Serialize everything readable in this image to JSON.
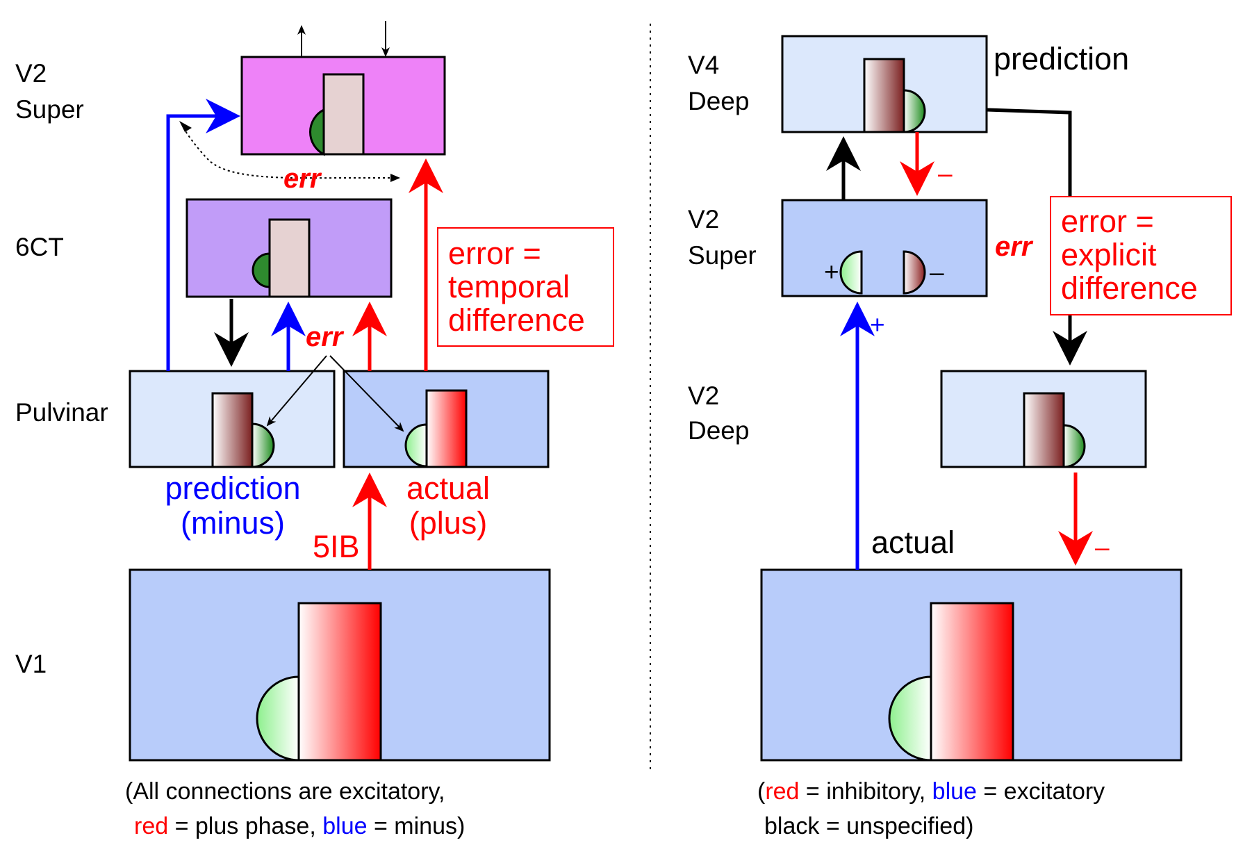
{
  "left": {
    "layers": {
      "v2super": [
        "V2",
        "Super"
      ],
      "ct6": "6CT",
      "pulvinar": "Pulvinar",
      "v1": "V1"
    },
    "err_top": "err",
    "err_mid": "err",
    "error_box": [
      "error =",
      "temporal",
      "difference"
    ],
    "prediction": [
      "prediction",
      "(minus)"
    ],
    "actual": [
      "actual",
      "(plus)"
    ],
    "ib5": "5IB",
    "caption": {
      "line1": "(All connections are excitatory,",
      "red_word": "red",
      "mid": " = plus phase, ",
      "blue_word": "blue",
      "end": " = minus)"
    }
  },
  "right": {
    "layers": {
      "v4deep": [
        "V4",
        "Deep"
      ],
      "v2super": [
        "V2",
        "Super"
      ],
      "v2deep": [
        "V2",
        "Deep"
      ]
    },
    "prediction": "prediction",
    "err": "err",
    "error_box": [
      "error =",
      "explicit",
      "difference"
    ],
    "actual": "actual",
    "minus": "–",
    "plus": "+",
    "caption": {
      "open": "(",
      "red_word": "red",
      "mid": " = inhibitory, ",
      "blue_word": "blue",
      "end": " = excitatory",
      "line2": "black = unspecified)"
    }
  },
  "colors": {
    "red": "#ff0000",
    "blue": "#0000ff",
    "v2super_fill": "#ee82f8",
    "ct6_fill": "#c19cf8",
    "light_blue": "#dce8fc",
    "mid_blue": "#b8ccfa",
    "green": "#2e8b2e"
  }
}
